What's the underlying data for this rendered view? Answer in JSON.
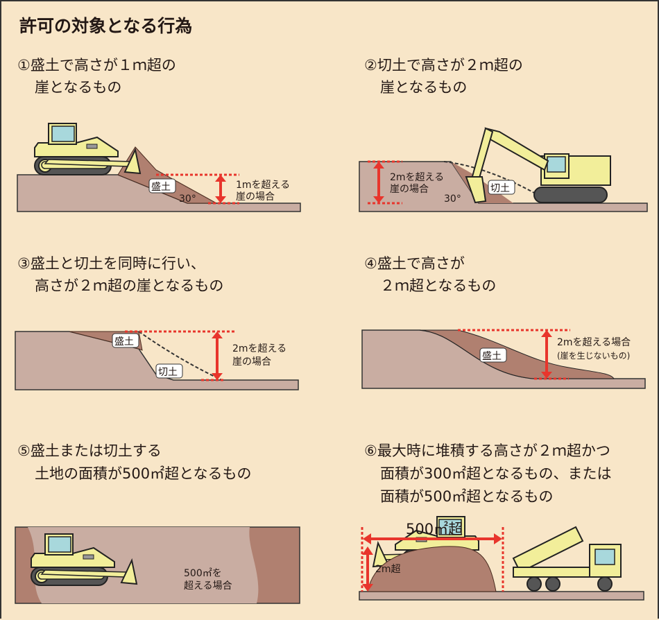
{
  "title": "許可の対象となる行為",
  "items": [
    {
      "line1": "①盛土で高さが１ｍ超の",
      "line2": "崖となるもの",
      "label": "盛土",
      "note1": "1mを超える",
      "note2": "崖の場合",
      "angle": "30°"
    },
    {
      "line1": "②切土で高さが２ｍ超の",
      "line2": "崖となるもの",
      "label": "切土",
      "note1": "2mを超える",
      "note2": "崖の場合",
      "angle": "30°"
    },
    {
      "line1": "③盛土と切土を同時に行い、",
      "line2": "高さが２ｍ超の崖となるもの",
      "label_fill": "盛土",
      "label_cut": "切土",
      "note1": "2mを超える",
      "note2": "崖の場合"
    },
    {
      "line1": "④盛土で高さが",
      "line2": "２ｍ超となるもの",
      "label": "盛土",
      "note1": "2mを超える場合",
      "note2": "(崖を生じないもの)"
    },
    {
      "line1": "⑤盛土または切土する",
      "line2": "土地の面積が500㎡超となるもの",
      "note1": "500㎡を",
      "note2": "超える場合"
    },
    {
      "line1": "⑥最大時に堆積する高さが２ｍ超かつ",
      "line2": "面積が300㎡超となるもの、または",
      "line3": "面積が500㎡超となるもの",
      "width_label": "500㎡超",
      "height_label": "2m超"
    }
  ],
  "colors": {
    "background": "#f8e6c8",
    "ground": "#c9ada2",
    "fill": "#b08070",
    "red": "#e8352c",
    "machine": "#f2ee9a",
    "glass": "#a8d8dc"
  }
}
